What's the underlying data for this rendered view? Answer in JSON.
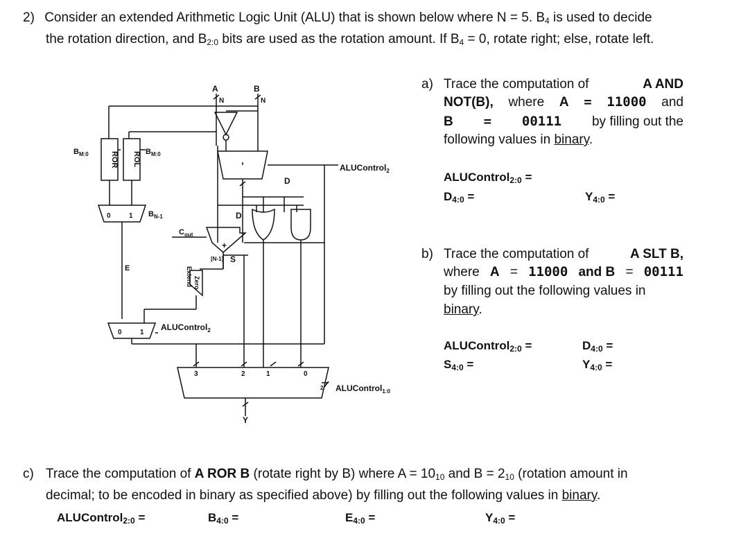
{
  "problem": {
    "number": "2)",
    "intro_l1_a": "Consider an extended Arithmetic Logic Unit (ALU) that is shown below where N = 5. B",
    "intro_l1_sub": "4",
    "intro_l1_b": " is used to decide",
    "intro_l2_a": "the rotation direction, and B",
    "intro_l2_sub": "2:0",
    "intro_l2_b": " bits are used as the rotation amount. If B",
    "intro_l2_sub2": "4",
    "intro_l2_c": " = 0, rotate right; else, rotate left."
  },
  "part_a": {
    "label": "a)",
    "l1_a": "Trace the computation of",
    "l1_b": "A AND",
    "l2_a": "NOT(B),",
    "l2_b": "where",
    "l2_c": "A",
    "l2_d": "=",
    "l2_e": "11000",
    "l2_f": "and",
    "l3_a": "B",
    "l3_b": "=",
    "l3_c": "00111",
    "l3_d": "by filling out the",
    "l4_a": "following values in ",
    "l4_b": "binary",
    "l4_c": ".",
    "alucontrol": "ALUControl",
    "alucontrol_sub": "2:0",
    "d_label": "D",
    "d_sub": "4:0",
    "y_label": "Y",
    "y_sub": "4:0",
    "eq": " ="
  },
  "part_b": {
    "label": "b)",
    "l1_a": "Trace the computation of",
    "l1_b": "A SLT B,",
    "l2_a": "where",
    "l2_b": "A",
    "l2_c": "=",
    "l2_d": "11000",
    "l2_e": "and B",
    "l2_f": "=",
    "l2_g": "00111",
    "l3": "by filling out the following values in",
    "l4_a": "binary",
    "l4_b": ".",
    "alucontrol": "ALUControl",
    "alucontrol_sub": "2:0",
    "d_label": "D",
    "d_sub": "4:0",
    "s_label": "S",
    "s_sub": "4:0",
    "y_label": "Y",
    "y_sub": "4:0",
    "eq": " ="
  },
  "part_c": {
    "label": "c)",
    "l1_a": "Trace the computation of ",
    "l1_b": "A ROR B",
    "l1_c": " (rotate right by B) where A = 10",
    "l1_sub1": "10",
    "l1_d": " and B = 2",
    "l1_sub2": "10",
    "l1_e": " (rotation amount in",
    "l2_a": "decimal; to be encoded in binary as specified above) by filling out the following values in ",
    "l2_b": "binary",
    "l2_c": ".",
    "alucontrol": "ALUControl",
    "alucontrol_sub": "2:0",
    "b_label": "B",
    "b_sub": "4:0",
    "e_label": "E",
    "e_sub": "4:0",
    "y_label": "Y",
    "y_sub": "4:0",
    "eq": " ="
  },
  "diagram": {
    "input_a": "A",
    "input_b": "B",
    "n": "N",
    "bm0": "B",
    "bm0_sub": "M:0",
    "ror": "ROR",
    "rol": "ROL",
    "bn1": "B",
    "bn1_sub": "N-1",
    "d": "D",
    "alucontrol2": "ALUControl",
    "alucontrol2_sub": "2",
    "cout": "C",
    "cout_sub": "out",
    "plus": "+",
    "n1": "[N-1]",
    "s": "S",
    "e": "E",
    "zero_extend_1": "Zero",
    "zero_extend_2": "Extend",
    "alucontrol10": "ALUControl",
    "alucontrol10_sub": "1:0",
    "two": "2",
    "y": "Y",
    "m0": "0",
    "m1": "1",
    "m2": "2",
    "m3": "3"
  }
}
